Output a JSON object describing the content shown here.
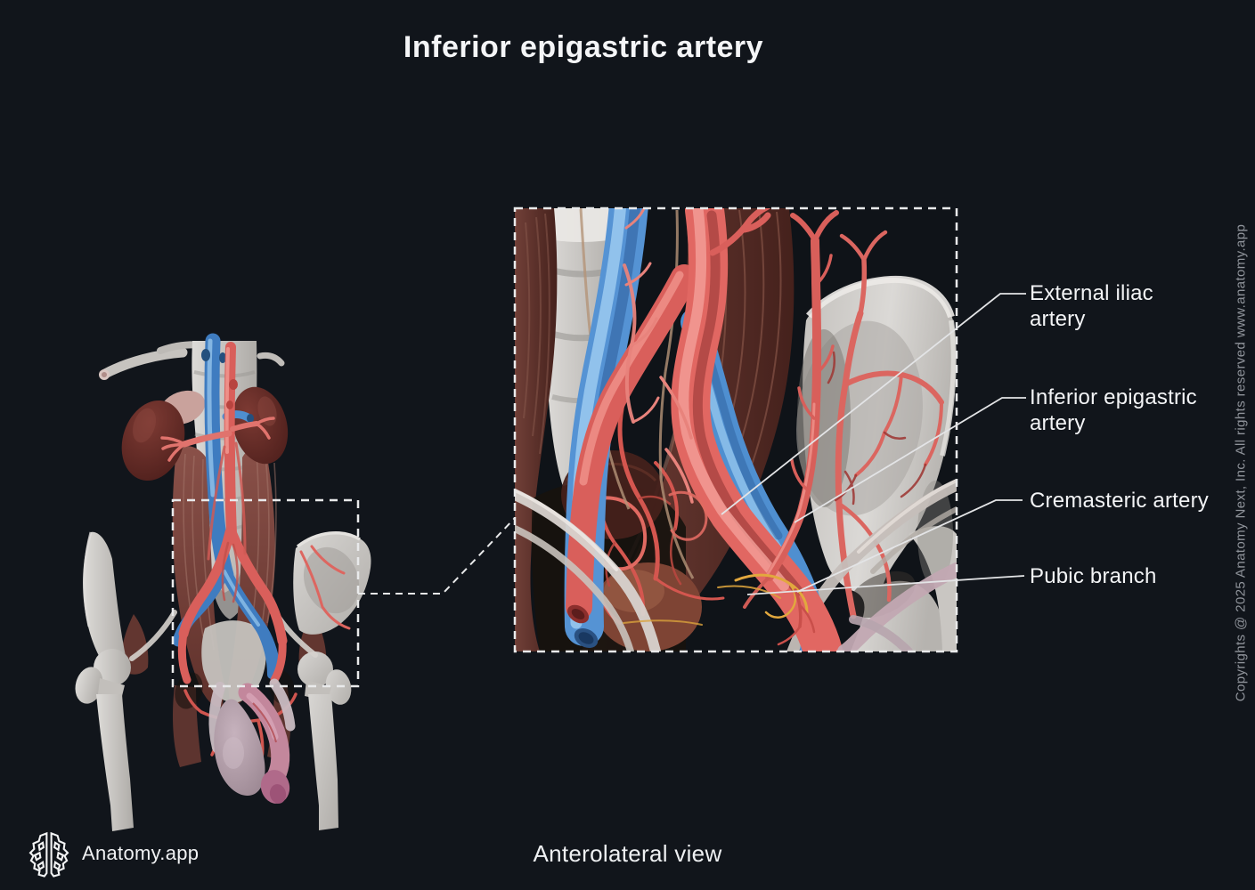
{
  "title": "Inferior epigastric artery",
  "caption": "Anterolateral view",
  "brand": {
    "name": "Anatomy.app",
    "logo_icon": "brain-icon"
  },
  "copyright": "Copyrights @ 2025 Anatomy Next, Inc. All rights reserved www.anatomy.app",
  "labels": [
    {
      "id": "external-iliac-artery",
      "lines": [
        "External iliac",
        "artery"
      ]
    },
    {
      "id": "inferior-epigastric-artery",
      "lines": [
        "Inferior epigastric",
        "artery"
      ]
    },
    {
      "id": "cremasteric-artery",
      "lines": [
        "Cremasteric artery"
      ]
    },
    {
      "id": "pubic-branch",
      "lines": [
        "Pubic branch"
      ]
    }
  ],
  "figure": {
    "overview": "Anterolateral 3D view of lumbar spine, kidneys, pelvis and iliac vessels",
    "inset": "Magnified region of external iliac vessels, inferior epigastric artery, cremasteric artery and pubic branch"
  },
  "colors": {
    "background": "#11151b",
    "artery_red": "#e26863",
    "vein_blue": "#5593d4",
    "bone": "#cfccc8",
    "muscle": "#6b3a33",
    "nerve_yellow": "#e2a83e",
    "label_text": "#f3f4f6",
    "leader_line": "#e3e4e6",
    "copyright_text": "#90949b"
  }
}
